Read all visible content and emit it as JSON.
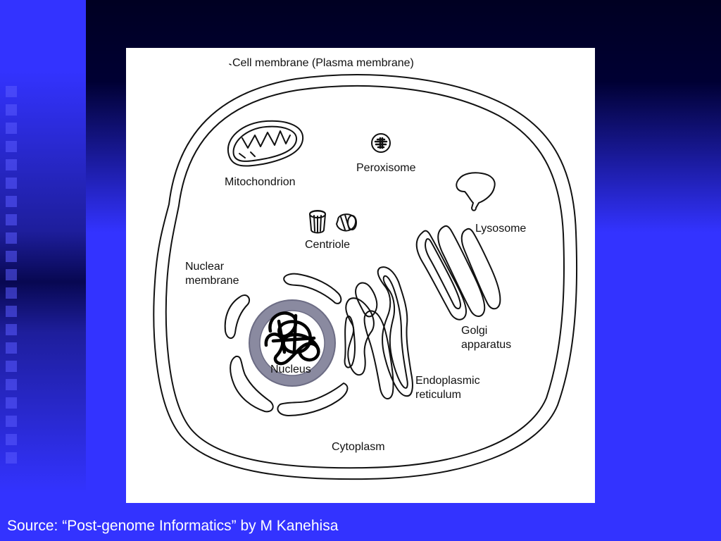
{
  "slide": {
    "caption": "Source:  “Post-genome Informatics” by M Kanehisa",
    "colors": {
      "background": "#3333ff",
      "band_dark": "#000033",
      "panel": "#ffffff",
      "caption_text": "#ffffff"
    }
  },
  "diagram": {
    "labels": {
      "cell_membrane": "Cell membrane (Plasma membrane)",
      "mitochondrion": "Mitochondrion",
      "peroxisome": "Peroxisome",
      "lysosome": "Lysosome",
      "centriole": "Centriole",
      "nuclear_membrane_line1": "Nuclear",
      "nuclear_membrane_line2": "membrane",
      "golgi_line1": "Golgi",
      "golgi_line2": "apparatus",
      "nucleus": "Nucleus",
      "er_line1": "Endoplasmic",
      "er_line2": "reticulum",
      "cytoplasm": "Cytoplasm"
    },
    "colors": {
      "line": "#111111",
      "nuclear_ring": "#8a8aa0"
    }
  }
}
